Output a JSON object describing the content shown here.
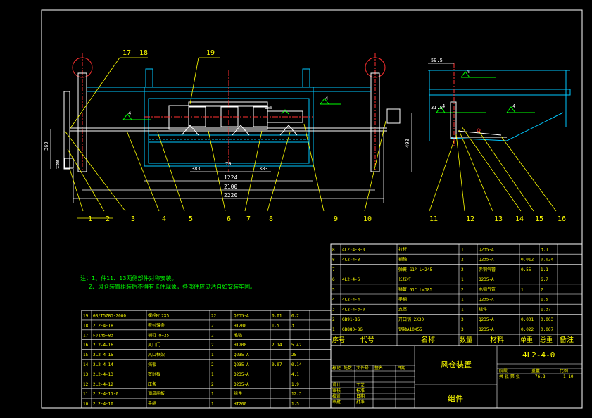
{
  "drawing": {
    "title": "风仓装置",
    "drawing_no": "4L2-4-0",
    "type_label": "组件",
    "scale": "1:10",
    "weight": "76.8",
    "notes": [
      "注：1、件11、13两侧部件对称安装。",
      "2、风仓装置组装后不得有卡住现象，各部件应灵活自如安装牢固。"
    ],
    "callouts": [
      "1",
      "2",
      "3",
      "4",
      "5",
      "6",
      "7",
      "8",
      "9",
      "10",
      "11",
      "12",
      "13",
      "14",
      "15",
      "16",
      "17",
      "18",
      "19"
    ],
    "dimensions": {
      "d_2220": "2220",
      "d_2100": "2100",
      "d_1224": "1224",
      "d_383a": "383",
      "d_79": "79",
      "d_383b": "383",
      "d_369": "369",
      "d_150": "150",
      "d_498": "498",
      "d_59_5": "59.5",
      "d_31_5": "31.5",
      "d_160": "160"
    },
    "weld_symbols": [
      "4",
      "4",
      "4",
      "4",
      "4",
      "4",
      "4"
    ]
  },
  "bom_right": {
    "rows": [
      {
        "no": "8",
        "code": "4L2-4-8-0",
        "name": "拉杆",
        "qty": "1",
        "mat": "Q235-A",
        "unit": "",
        "total": "3.1",
        "note": ""
      },
      {
        "no": "8",
        "code": "4L2-4-8",
        "name": "销轴",
        "qty": "2",
        "mat": "Q235-A",
        "unit": "0.012",
        "total": "0.024",
        "note": ""
      },
      {
        "no": "7",
        "code": "",
        "name": "弹簧 G1° L=245",
        "qty": "2",
        "mat": "赤铜气管",
        "unit": "0.55",
        "total": "1.1",
        "note": ""
      },
      {
        "no": "6",
        "code": "4L2-4-6",
        "name": "长拉杆",
        "qty": "1",
        "mat": "Q235-A",
        "unit": "",
        "total": "6.7",
        "note": ""
      },
      {
        "no": "5",
        "code": "",
        "name": "弹簧 G1° L=385",
        "qty": "2",
        "mat": "赤铜气管",
        "unit": "1",
        "total": "2",
        "note": ""
      },
      {
        "no": "4",
        "code": "4L2-4-4",
        "name": "手柄",
        "qty": "1",
        "mat": "Q235-A",
        "unit": "",
        "total": "1.5",
        "note": ""
      },
      {
        "no": "3",
        "code": "4L2-4-3-0",
        "name": "支座",
        "qty": "1",
        "mat": "组件",
        "unit": "",
        "total": "1.37",
        "note": ""
      },
      {
        "no": "2",
        "code": "GB91-86",
        "name": "开口销 2X30",
        "qty": "3",
        "mat": "Q235-A",
        "unit": "0.001",
        "total": "0.003",
        "note": ""
      },
      {
        "no": "1",
        "code": "GB880-86",
        "name": "销轴A10X55",
        "qty": "3",
        "mat": "Q235-A",
        "unit": "0.022",
        "total": "0.067",
        "note": ""
      }
    ],
    "header": {
      "no": "序号",
      "code": "代号",
      "name": "名称",
      "qty": "数量",
      "mat": "材料",
      "unit": "单重",
      "total": "总重",
      "note": "备注"
    }
  },
  "bom_left": {
    "rows": [
      {
        "no": "19",
        "code": "GB/T5783-2000",
        "name": "螺栓M12X5",
        "qty": "22",
        "mat": "Q235-A",
        "unit": "0.01",
        "total": "0.2"
      },
      {
        "no": "18",
        "code": "2L2-4-18",
        "name": "密封滑条",
        "qty": "2",
        "mat": "HT200",
        "unit": "1.5",
        "total": "3"
      },
      {
        "no": "17",
        "code": "FJ145-83",
        "name": "销钉 φ=25",
        "qty": "2",
        "mat": "毛毡",
        "unit": "",
        "total": ""
      },
      {
        "no": "16",
        "code": "2L2-4-16",
        "name": "风口门",
        "qty": "2",
        "mat": "HT200",
        "unit": "2.14",
        "total": "5.42"
      },
      {
        "no": "15",
        "code": "2L2-4-15",
        "name": "风口框架",
        "qty": "1",
        "mat": "Q235-A",
        "unit": "",
        "total": "25"
      },
      {
        "no": "14",
        "code": "2L2-4-14",
        "name": "挡板",
        "qty": "2",
        "mat": "Q235-A",
        "unit": "0.07",
        "total": "0.14"
      },
      {
        "no": "13",
        "code": "2L2-4-13",
        "name": "密封板",
        "qty": "1",
        "mat": "Q235-A",
        "unit": "",
        "total": "4.1"
      },
      {
        "no": "12",
        "code": "2L2-4-12",
        "name": "压条",
        "qty": "2",
        "mat": "Q235-A",
        "unit": "",
        "total": "1.9"
      },
      {
        "no": "11",
        "code": "2L2-4-11-0",
        "name": "调风闸板",
        "qty": "1",
        "mat": "组件",
        "unit": "",
        "total": "12.3"
      },
      {
        "no": "10",
        "code": "2L2-4-10",
        "name": "手柄",
        "qty": "1",
        "mat": "HT200",
        "unit": "",
        "total": "1.5"
      }
    ]
  },
  "title_block": {
    "labels_left": [
      "标记",
      "处数",
      "文件号",
      "签名",
      "日期"
    ],
    "roles": [
      "设计",
      "工艺",
      "审核",
      "标准",
      "校对",
      "日期",
      "审批",
      "批准"
    ],
    "stage_labels": [
      "阶段",
      "重量",
      "比例"
    ],
    "sheet_label": "共 张 第 张"
  },
  "colors": {
    "frame": "#ffffff",
    "part": "#00c8ff",
    "leader": "#ffff00",
    "center": "#ff3030",
    "dim": "#ffffff",
    "table": "#ffffff",
    "text": "#ffff00",
    "weld": "#00ff00"
  }
}
